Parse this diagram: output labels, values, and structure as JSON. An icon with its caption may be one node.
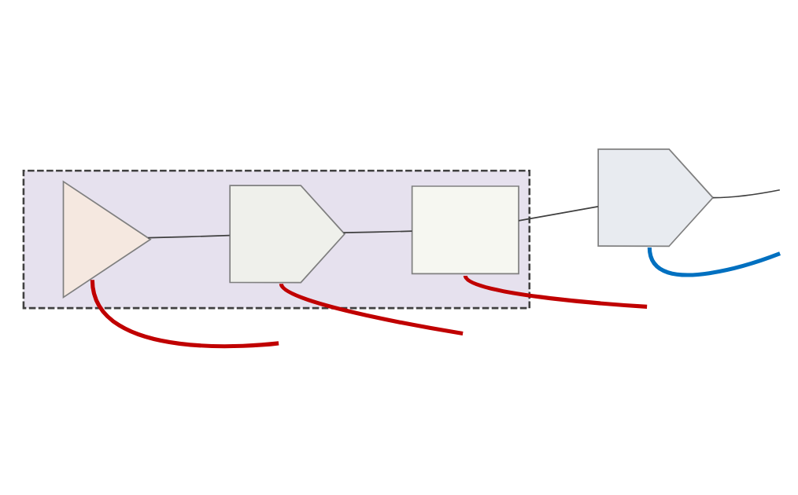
{
  "diagram": {
    "nodes": [
      {
        "text": [],
        "shape": "box"
      },
      {
        "text": [],
        "shape": "triangle",
        "in": 0
      },
      {
        "text": [],
        "shape": "pentagon",
        "in": 0
      },
      {
        "text": [],
        "shape": "box",
        "in": 0
      },
      {
        "text": [],
        "shape": "pentagon"
      }
    ],
    "edges": [
      {
        "from": 1,
        "to": 2,
        "arrow": "none"
      },
      {
        "from": 2,
        "to": 3,
        "arrow": "none"
      },
      {
        "from": 3,
        "to": 4,
        "arrow": "none"
      },
      {
        "from": 1,
        "to": null,
        "arrow": "none",
        "style": "thick",
        "color": "#c00000"
      },
      {
        "from": 2,
        "to": null,
        "arrow": "none",
        "style": "thick",
        "color": "#c00000"
      },
      {
        "from": 3,
        "to": null,
        "arrow": "none",
        "style": "thick",
        "color": "#c00000"
      },
      {
        "from": 4,
        "to": null,
        "arrow": "none",
        "style": "thick",
        "color": "#0070c0"
      },
      {
        "from": 4,
        "to": null,
        "arrow": "none"
      }
    ]
  }
}
